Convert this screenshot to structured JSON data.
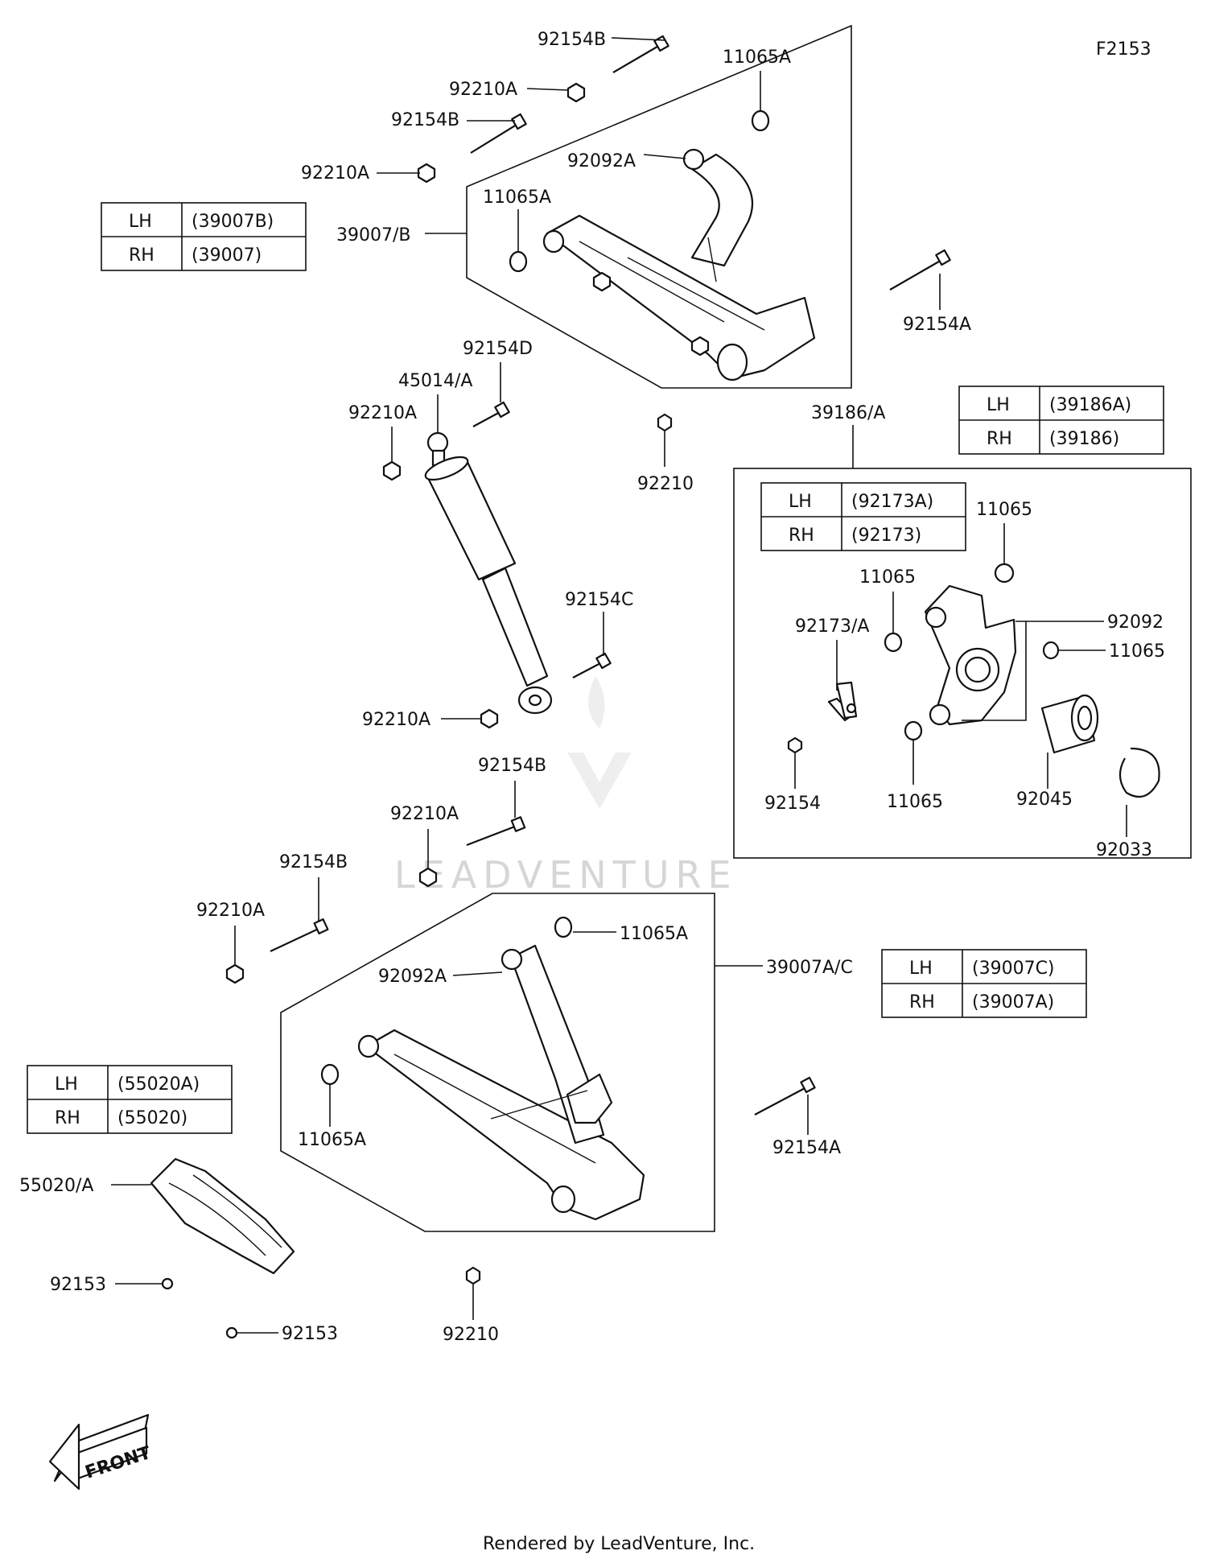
{
  "diagram_code": "F2153",
  "footer": "Rendered by LeadVenture, Inc.",
  "watermark": "LEADVENTURE",
  "front_label": "FRONT",
  "callouts": {
    "c1": "92154B",
    "c2": "11065A",
    "c3": "92210A",
    "c4": "92154B",
    "c5": "92092A",
    "c6": "92210A",
    "c7": "11065A",
    "c8": "39007/B",
    "c9": "92154A",
    "c10": "92154D",
    "c11": "45014/A",
    "c12": "92210A",
    "c13": "92210",
    "c14": "39186/A",
    "c15": "11065",
    "c16": "11065",
    "c17": "92092",
    "c18": "92173/A",
    "c19": "11065",
    "c20": "92154C",
    "c21": "92210A",
    "c22": "92154",
    "c23": "11065",
    "c24": "92045",
    "c25": "92154B",
    "c26": "92210A",
    "c27": "92033",
    "c28": "92154B",
    "c29": "92210A",
    "c30": "11065A",
    "c31": "39007A/C",
    "c32": "92092A",
    "c33": "11065A",
    "c34": "92154A",
    "c35": "55020/A",
    "c36": "92153",
    "c37": "92153",
    "c38": "92210"
  },
  "tables": {
    "upper_arm": {
      "lh_label": "LH",
      "lh": "(39007B)",
      "rh_label": "RH",
      "rh": "(39007)"
    },
    "knuckle": {
      "lh_label": "LH",
      "lh": "(39186A)",
      "rh_label": "RH",
      "rh": "(39186)"
    },
    "bracket": {
      "lh_label": "LH",
      "lh": "(92173A)",
      "rh_label": "RH",
      "rh": "(92173)"
    },
    "lower_arm": {
      "lh_label": "LH",
      "lh": "(39007C)",
      "rh_label": "RH",
      "rh": "(39007A)"
    },
    "guard": {
      "lh_label": "LH",
      "lh": "(55020A)",
      "rh_label": "RH",
      "rh": "(55020)"
    }
  }
}
